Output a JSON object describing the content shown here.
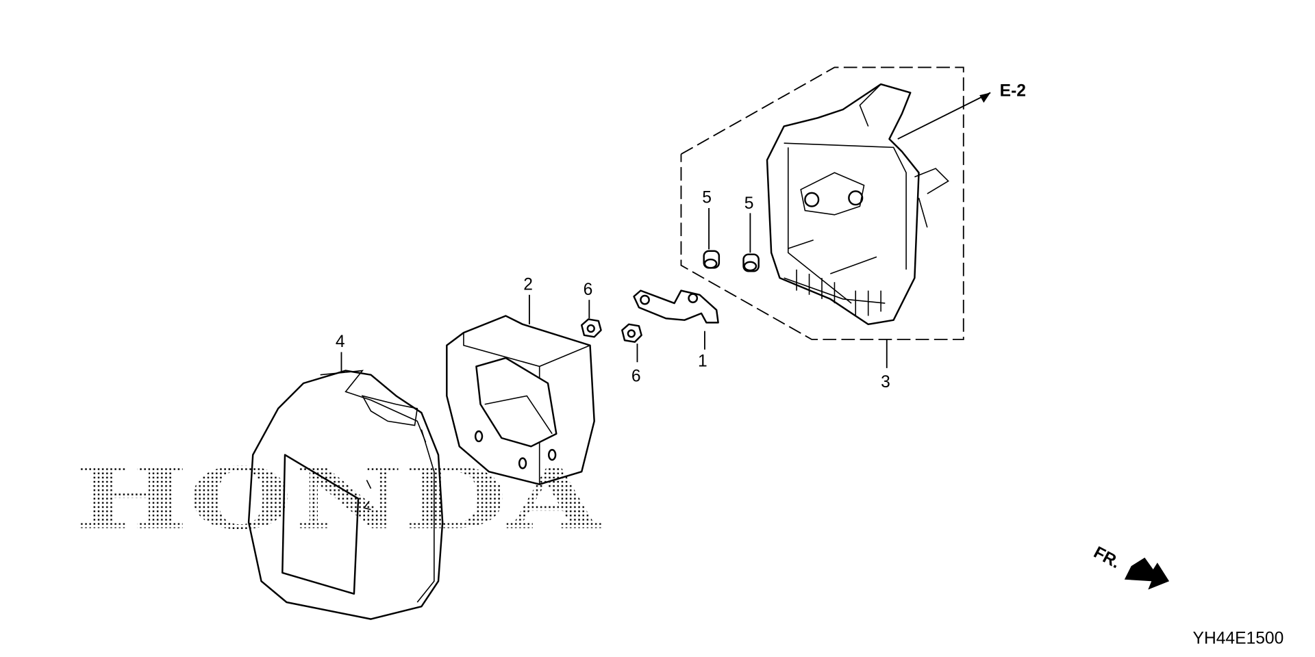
{
  "diagram": {
    "watermark": "HONDA",
    "diagram_code": "YH44E1500",
    "reference": "E-2",
    "front_indicator": "FR.",
    "callouts": [
      {
        "id": "1",
        "part": "bracket"
      },
      {
        "id": "2",
        "part": "filter-element"
      },
      {
        "id": "3",
        "part": "air-cleaner-case"
      },
      {
        "id": "4",
        "part": "air-cleaner-cover"
      },
      {
        "id": "5",
        "part": "collar"
      },
      {
        "id": "5",
        "part": "collar"
      },
      {
        "id": "6",
        "part": "nut"
      },
      {
        "id": "6",
        "part": "nut"
      }
    ]
  }
}
